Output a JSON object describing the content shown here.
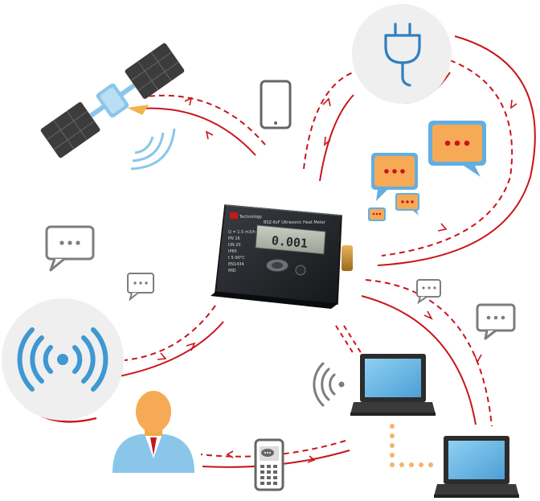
{
  "diagram": {
    "meter": {
      "brand": "Technology",
      "model": "BSZ-8xF Ultrasonic Heat Meter",
      "display_value": "0.001",
      "spec_lines": [
        "Q = 1.5 m3/h",
        "PN 16",
        "DN 20",
        "IP65",
        "t 5-90°C",
        "EN1434",
        "MID"
      ]
    },
    "colors": {
      "arrow": "#c8161d",
      "icon_blue": "#63aee0",
      "chat_orange": "#f6aa56",
      "chat_gray": "#7d7d7d",
      "circle_bg": "#efefef",
      "link_orange": "#f5b36a"
    },
    "icons": [
      "satellite-icon",
      "smartphone-icon",
      "power-plug-icon",
      "chat-bubbles-icon",
      "wireless-signal-icon",
      "user-icon",
      "mobile-phone-icon",
      "laptop-icon"
    ]
  }
}
